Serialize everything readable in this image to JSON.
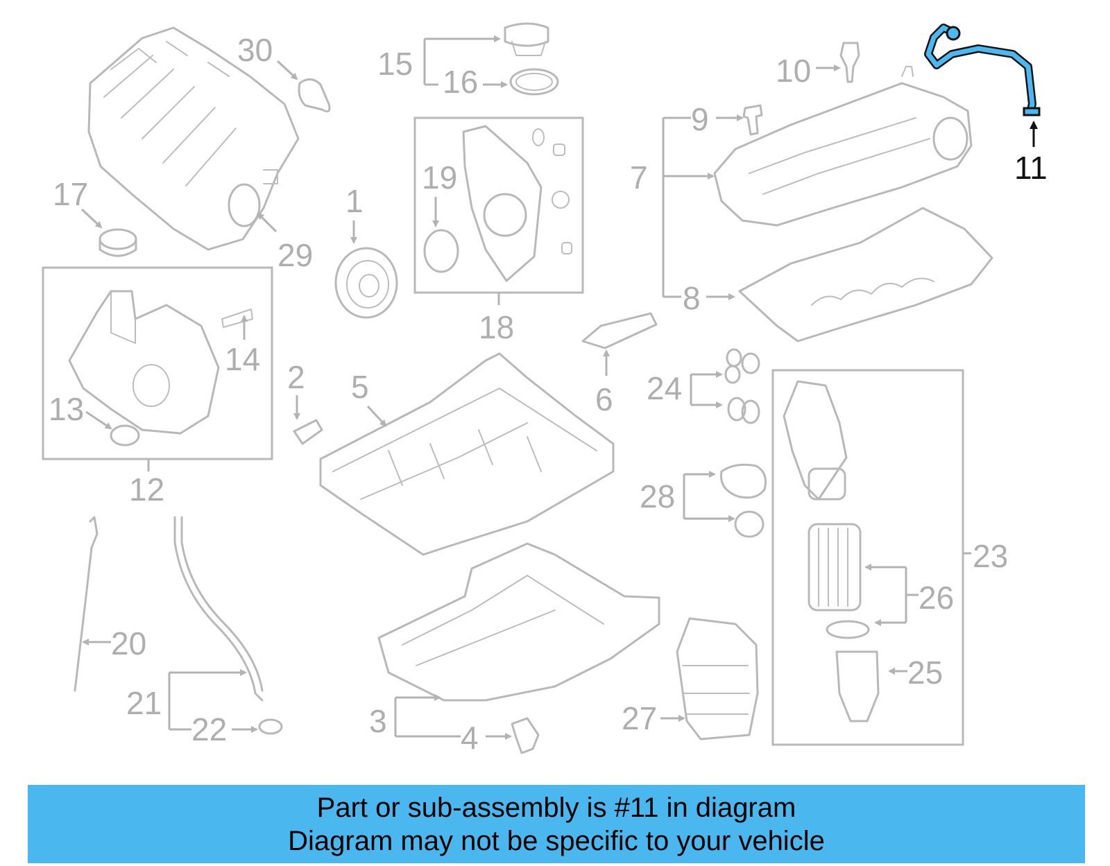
{
  "highlight_color": "#4ab7ef",
  "highlighted_part": "11",
  "callouts": {
    "c1": "1",
    "c2": "2",
    "c3": "3",
    "c4": "4",
    "c5": "5",
    "c6": "6",
    "c7": "7",
    "c8": "8",
    "c9": "9",
    "c10": "10",
    "c11": "11",
    "c12": "12",
    "c13": "13",
    "c14": "14",
    "c15": "15",
    "c16": "16",
    "c17": "17",
    "c18": "18",
    "c19": "19",
    "c20": "20",
    "c21": "21",
    "c22": "22",
    "c23": "23",
    "c24": "24",
    "c25": "25",
    "c26": "26",
    "c27": "27",
    "c28": "28",
    "c29": "29",
    "c30": "30"
  },
  "banner": {
    "line1": "Part or sub-assembly is #11 in diagram",
    "line2": "Diagram may not be specific to your vehicle"
  }
}
